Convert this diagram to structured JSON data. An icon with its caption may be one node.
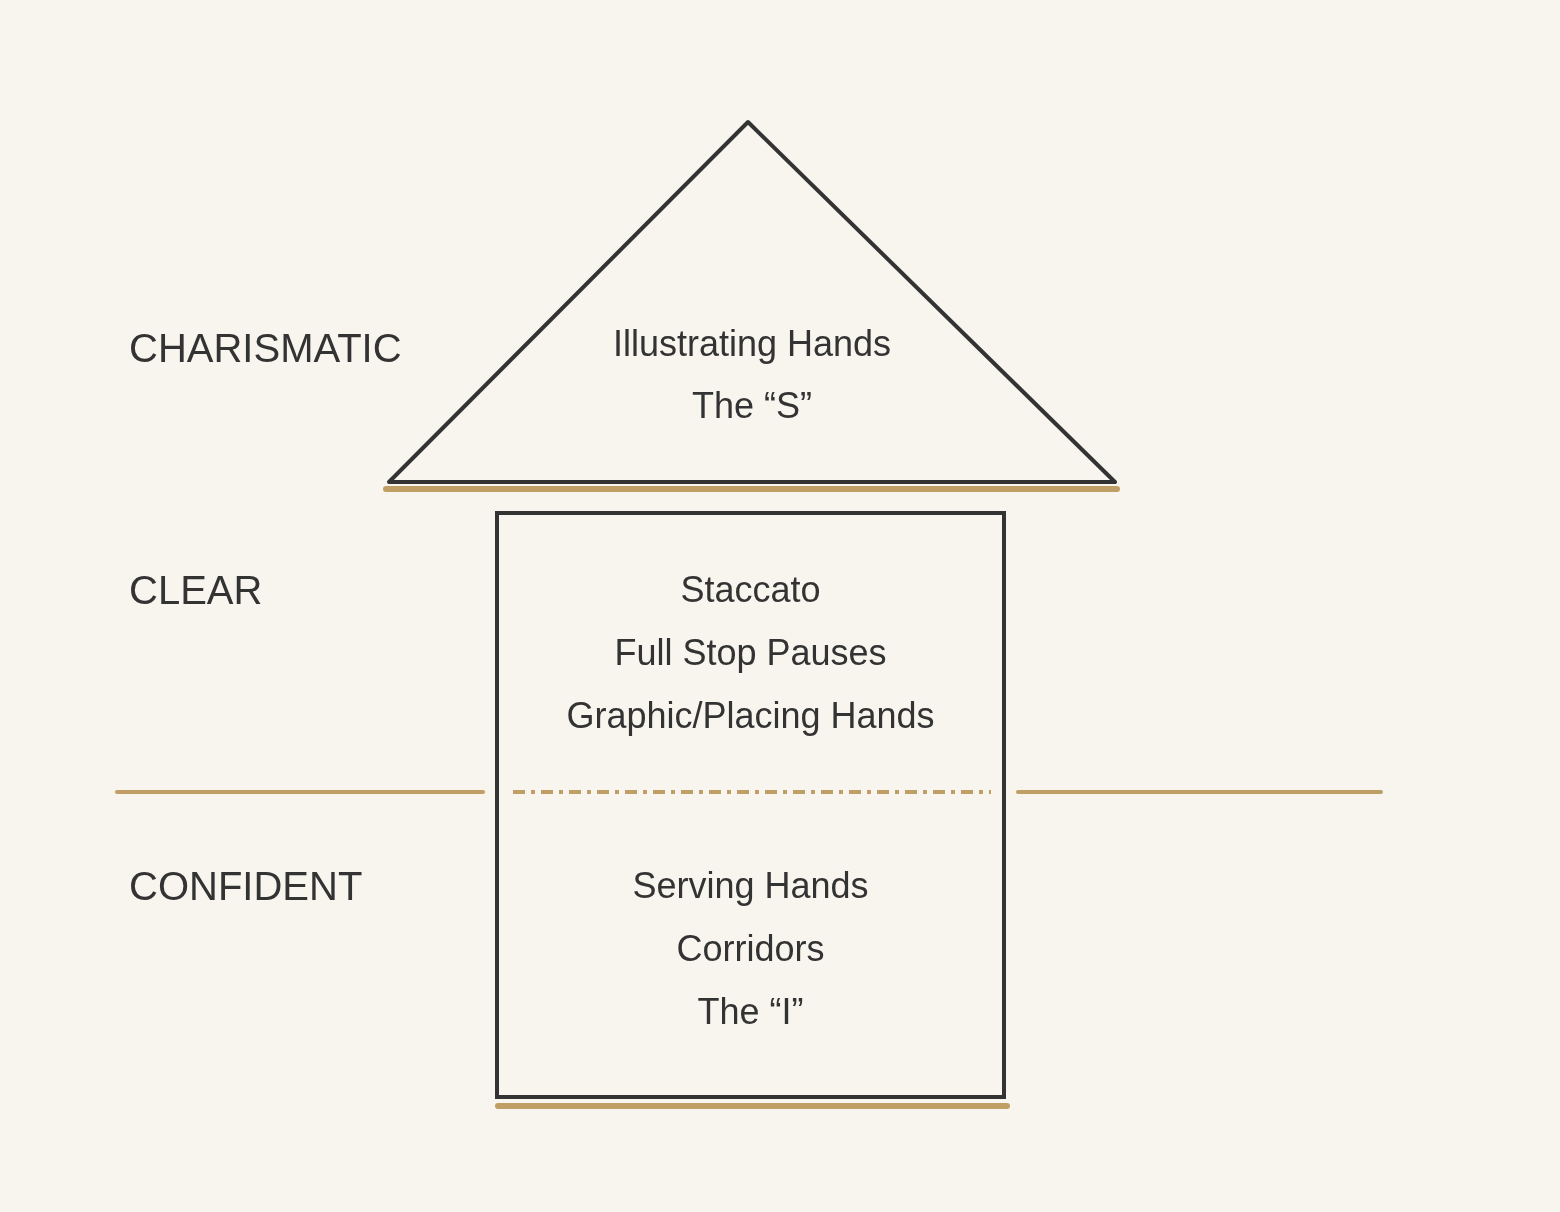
{
  "diagram": {
    "nodes": [
      {
        "text": [
          "Illustrating Hands",
          "The “S”"
        ]
      },
      {
        "text": [
          "Staccato",
          "Full Stop Pauses",
          "Graphic/Placing Hands",
          "Serving Hands",
          "Corridors",
          "The “I”"
        ]
      }
    ],
    "labels": [
      "CHARISMATIC",
      "CLEAR",
      "CONFIDENT"
    ]
  }
}
